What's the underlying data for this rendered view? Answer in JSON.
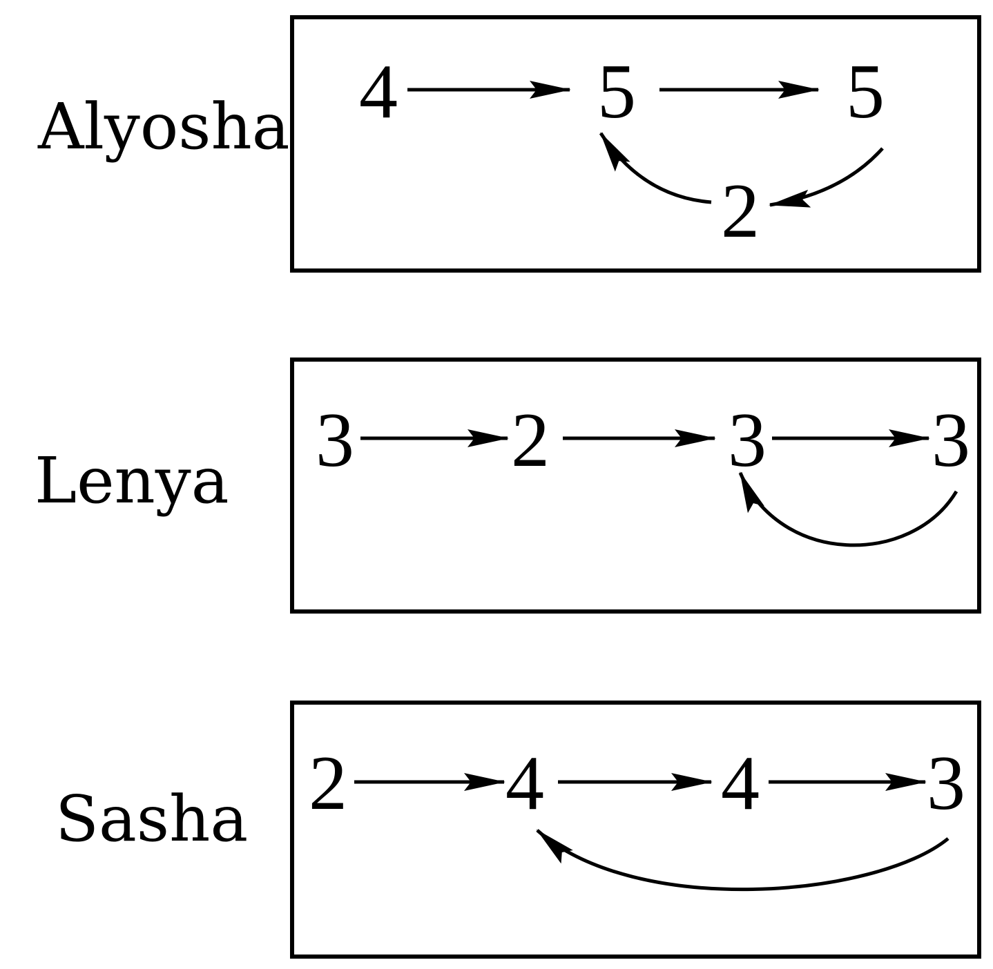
{
  "panels": [
    {
      "name": "Alyosha",
      "values": [
        "4",
        "5",
        "5",
        "2"
      ],
      "edges": [
        [
          0,
          1
        ],
        [
          1,
          2
        ],
        [
          2,
          3
        ],
        [
          3,
          1
        ]
      ]
    },
    {
      "name": "Lenya",
      "values": [
        "3",
        "2",
        "3",
        "3"
      ],
      "edges": [
        [
          0,
          1
        ],
        [
          1,
          2
        ],
        [
          2,
          3
        ],
        [
          3,
          2
        ]
      ]
    },
    {
      "name": "Sasha",
      "values": [
        "2",
        "4",
        "4",
        "3"
      ],
      "edges": [
        [
          0,
          1
        ],
        [
          1,
          2
        ],
        [
          2,
          3
        ],
        [
          3,
          1
        ]
      ]
    }
  ]
}
